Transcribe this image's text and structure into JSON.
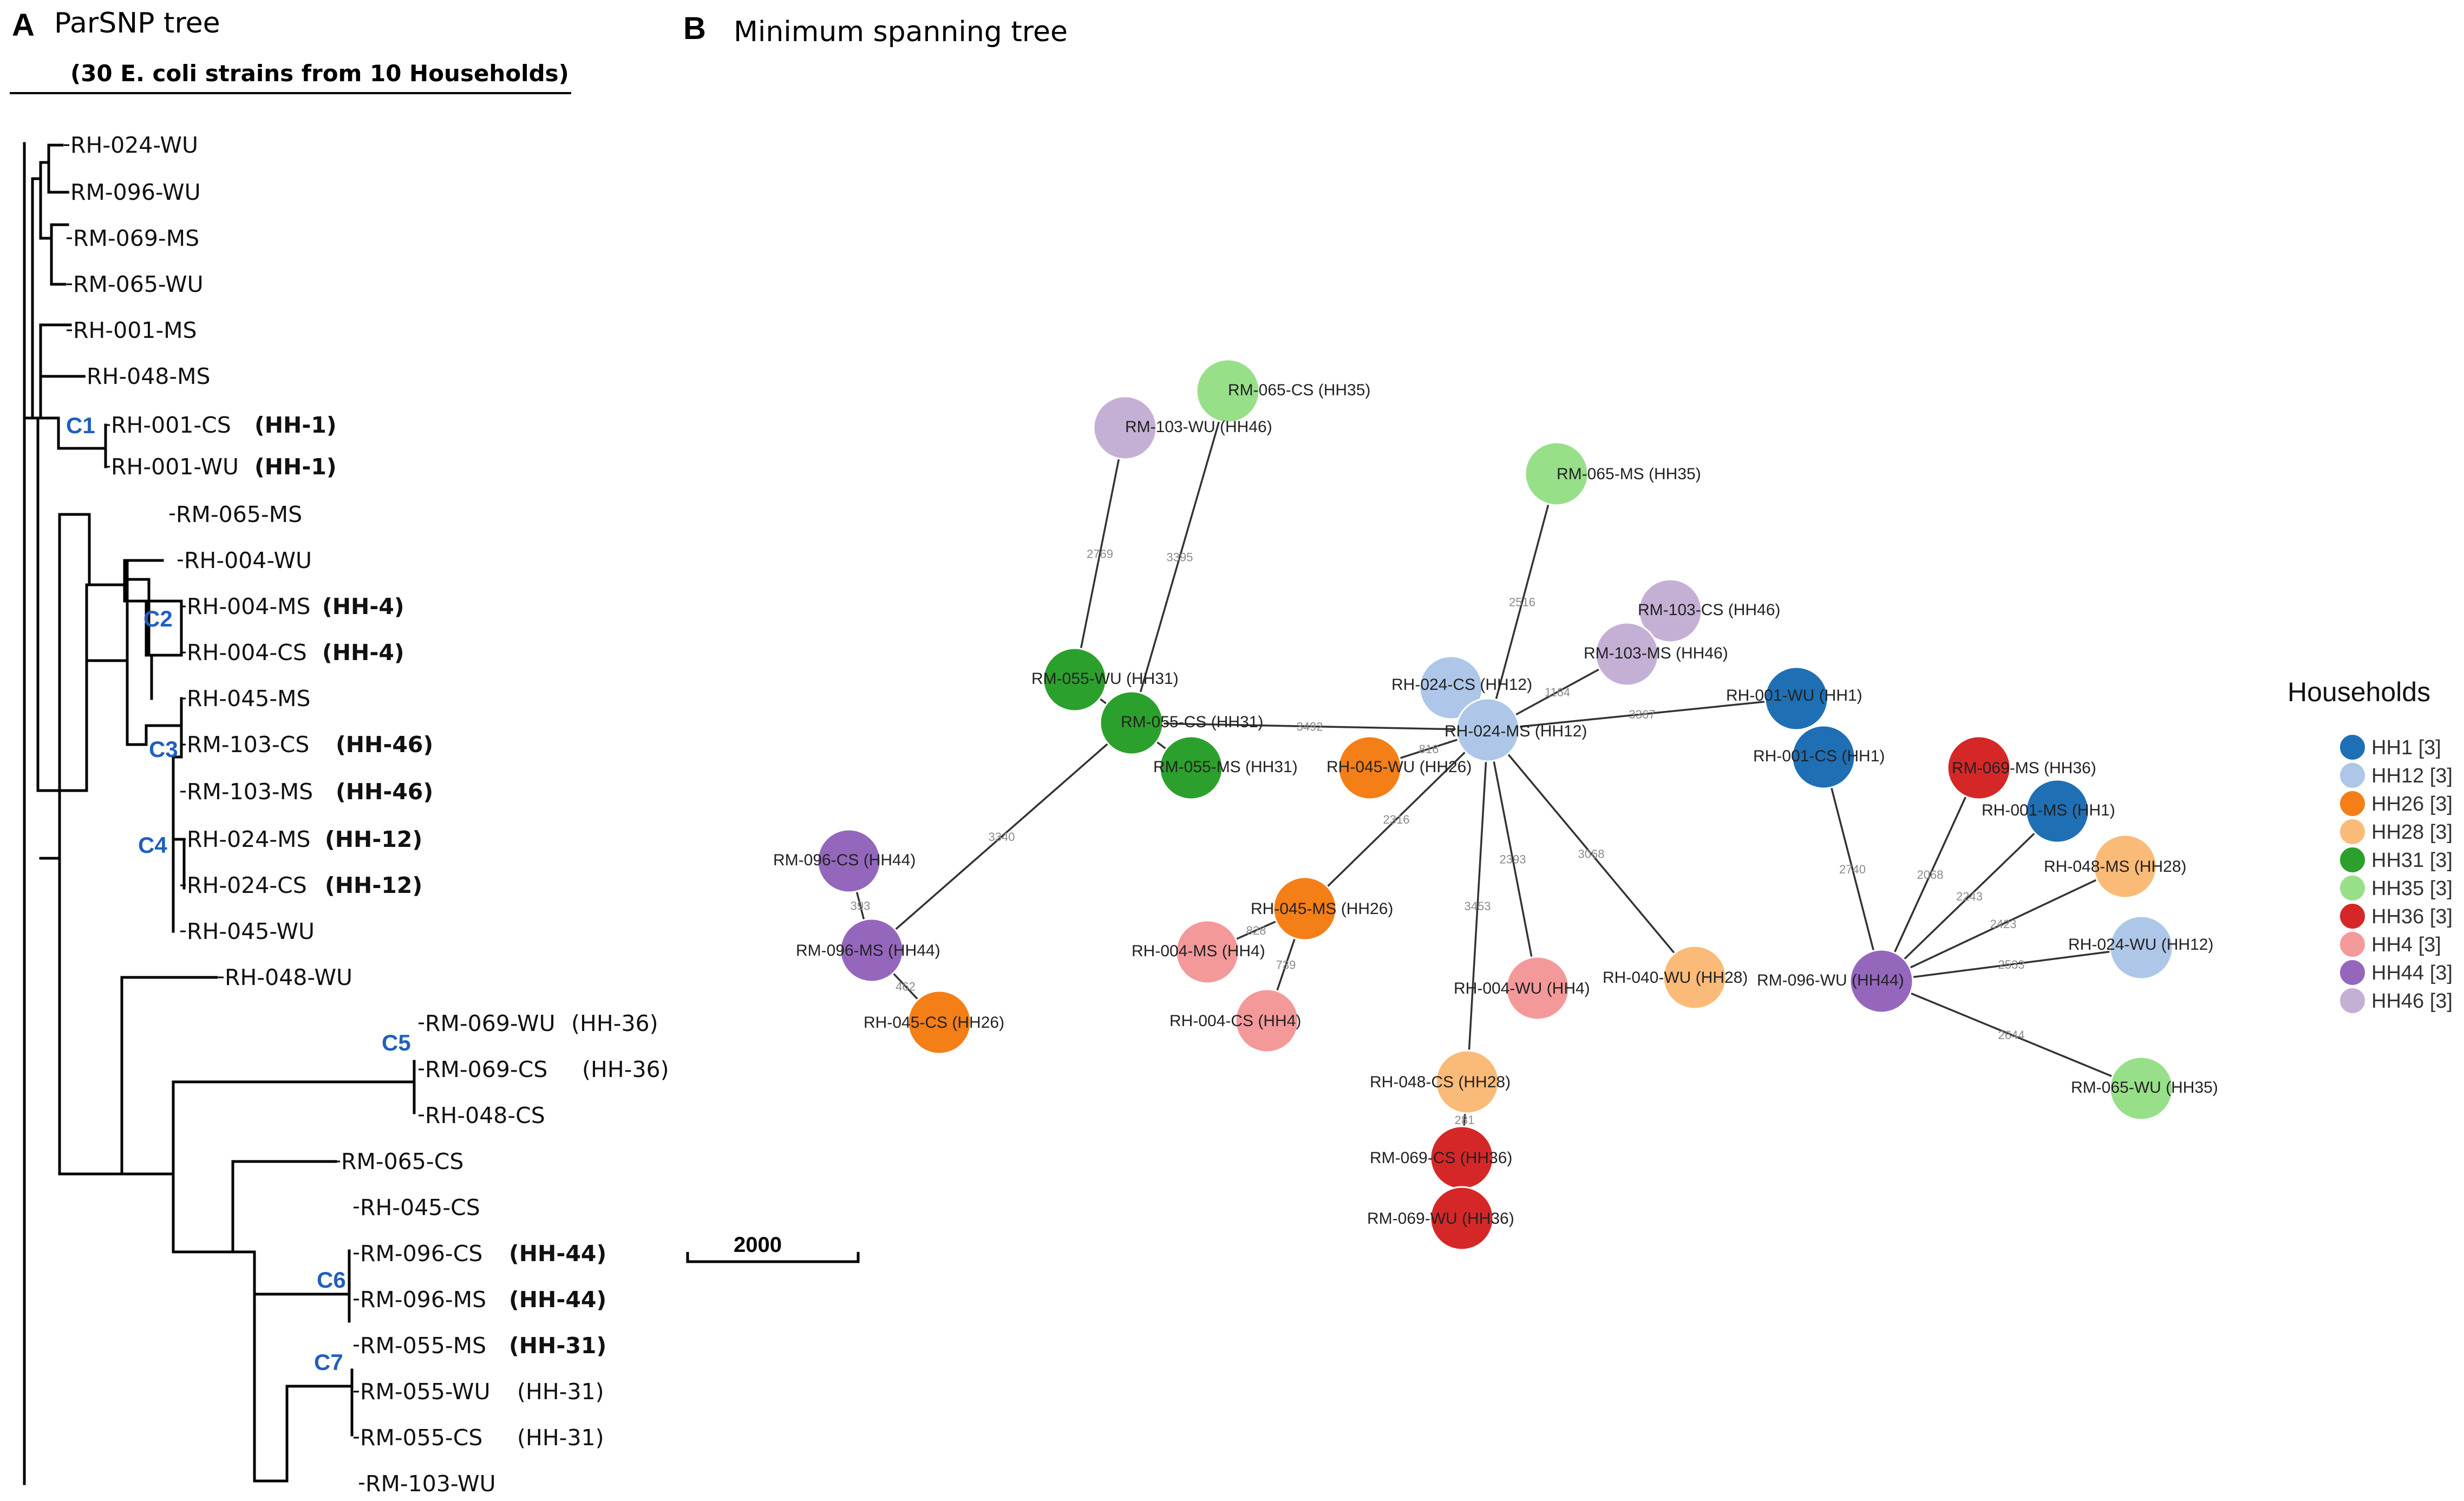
{
  "panel_a": {
    "letter": "A",
    "title": "ParSNP tree",
    "subtitle": "(30 E. coli strains from 10 Households)",
    "leaves": [
      {
        "label": "RH-024-WU",
        "hh": "",
        "bold": false
      },
      {
        "label": "RM-096-WU",
        "hh": "",
        "bold": false
      },
      {
        "label": "RM-069-MS",
        "hh": "",
        "bold": false
      },
      {
        "label": "RM-065-WU",
        "hh": "",
        "bold": false
      },
      {
        "label": "RH-001-MS",
        "hh": "",
        "bold": false
      },
      {
        "label": "RH-048-MS",
        "hh": "",
        "bold": false
      },
      {
        "label": "RH-001-CS",
        "hh": "(HH-1)",
        "bold": true
      },
      {
        "label": "RH-001-WU",
        "hh": "(HH-1)",
        "bold": true
      },
      {
        "label": "RM-065-MS",
        "hh": "",
        "bold": false
      },
      {
        "label": "RH-004-WU",
        "hh": "",
        "bold": false
      },
      {
        "label": "RH-004-MS",
        "hh": "(HH-4)",
        "bold": true
      },
      {
        "label": "RH-004-CS",
        "hh": "(HH-4)",
        "bold": true
      },
      {
        "label": "RH-045-MS",
        "hh": "",
        "bold": false
      },
      {
        "label": "RM-103-CS",
        "hh": "(HH-46)",
        "bold": true
      },
      {
        "label": "RM-103-MS",
        "hh": "(HH-46)",
        "bold": true
      },
      {
        "label": "RH-024-MS",
        "hh": "(HH-12)",
        "bold": true
      },
      {
        "label": "RH-024-CS",
        "hh": "(HH-12)",
        "bold": true
      },
      {
        "label": "RH-045-WU",
        "hh": "",
        "bold": false
      },
      {
        "label": "RH-048-WU",
        "hh": "",
        "bold": false
      },
      {
        "label": "RM-069-WU",
        "hh": "(HH-36)",
        "bold": false
      },
      {
        "label": "RM-069-CS",
        "hh": "(HH-36)",
        "bold": false
      },
      {
        "label": "RH-048-CS",
        "hh": "",
        "bold": false
      },
      {
        "label": "RM-065-CS",
        "hh": "",
        "bold": false
      },
      {
        "label": "RH-045-CS",
        "hh": "",
        "bold": false
      },
      {
        "label": "RM-096-CS",
        "hh": "(HH-44)",
        "bold": true
      },
      {
        "label": "RM-096-MS",
        "hh": "(HH-44)",
        "bold": true
      },
      {
        "label": "RM-055-MS",
        "hh": "(HH-31)",
        "bold": true
      },
      {
        "label": "RM-055-WU",
        "hh": "(HH-31)",
        "bold": false
      },
      {
        "label": "RM-055-CS",
        "hh": "(HH-31)",
        "bold": false
      },
      {
        "label": "RM-103-WU",
        "hh": "",
        "bold": false
      }
    ],
    "clades": [
      "C1",
      "C2",
      "C3",
      "C4",
      "C5",
      "C6",
      "C7"
    ],
    "scale_label": "2000"
  },
  "panel_b": {
    "letter": "B",
    "title": "Minimum spanning tree",
    "legend_title": "Households",
    "legend": [
      {
        "label": "HH1 [3]",
        "color": "#1f6fb4"
      },
      {
        "label": "HH12 [3]",
        "color": "#aec7e8"
      },
      {
        "label": "HH26 [3]",
        "color": "#f47f17"
      },
      {
        "label": "HH28 [3]",
        "color": "#fbbb78"
      },
      {
        "label": "HH31 [3]",
        "color": "#2ca02c"
      },
      {
        "label": "HH35 [3]",
        "color": "#98df8a"
      },
      {
        "label": "HH36 [3]",
        "color": "#d62728"
      },
      {
        "label": "HH4 [3]",
        "color": "#f4999a"
      },
      {
        "label": "HH44 [3]",
        "color": "#9467bd"
      },
      {
        "label": "HH46 [3]",
        "color": "#c5b0d5"
      }
    ],
    "nodes": [
      {
        "id": "n1",
        "label": "RM-065-CS (HH35)",
        "hh": "HH35"
      },
      {
        "id": "n2",
        "label": "RM-103-WU (HH46)",
        "hh": "HH46"
      },
      {
        "id": "n3",
        "label": "RM-065-MS (HH35)",
        "hh": "HH35"
      },
      {
        "id": "n4",
        "label": "RM-055-WU (HH31)",
        "hh": "HH31"
      },
      {
        "id": "n5",
        "label": "RM-055-CS (HH31)",
        "hh": "HH31"
      },
      {
        "id": "n6",
        "label": "RM-055-MS (HH31)",
        "hh": "HH31"
      },
      {
        "id": "n7",
        "label": "RH-024-CS (HH12)",
        "hh": "HH12"
      },
      {
        "id": "n8",
        "label": "RH-024-MS (HH12)",
        "hh": "HH12"
      },
      {
        "id": "n9",
        "label": "RM-103-CS (HH46)",
        "hh": "HH46"
      },
      {
        "id": "n10",
        "label": "RM-103-MS (HH46)",
        "hh": "HH46"
      },
      {
        "id": "n11",
        "label": "RH-045-WU (HH26)",
        "hh": "HH26"
      },
      {
        "id": "n12",
        "label": "RH-001-WU (HH1)",
        "hh": "HH1"
      },
      {
        "id": "n13",
        "label": "RH-001-CS (HH1)",
        "hh": "HH1"
      },
      {
        "id": "n14",
        "label": "RM-069-MS (HH36)",
        "hh": "HH36"
      },
      {
        "id": "n15",
        "label": "RH-001-MS (HH1)",
        "hh": "HH1"
      },
      {
        "id": "n16",
        "label": "RH-048-MS (HH28)",
        "hh": "HH28"
      },
      {
        "id": "n17",
        "label": "RH-024-WU (HH12)",
        "hh": "HH12"
      },
      {
        "id": "n18",
        "label": "RM-096-WU (HH44)",
        "hh": "HH44"
      },
      {
        "id": "n19",
        "label": "RM-065-WU (HH35)",
        "hh": "HH35"
      },
      {
        "id": "n20",
        "label": "RM-096-CS (HH44)",
        "hh": "HH44"
      },
      {
        "id": "n21",
        "label": "RM-096-MS (HH44)",
        "hh": "HH44"
      },
      {
        "id": "n22",
        "label": "RH-045-CS (HH26)",
        "hh": "HH26"
      },
      {
        "id": "n23",
        "label": "RH-045-MS (HH26)",
        "hh": "HH26"
      },
      {
        "id": "n24",
        "label": "RH-004-MS (HH4)",
        "hh": "HH4"
      },
      {
        "id": "n25",
        "label": "RH-004-CS (HH4)",
        "hh": "HH4"
      },
      {
        "id": "n26",
        "label": "RH-004-WU (HH4)",
        "hh": "HH4"
      },
      {
        "id": "n27",
        "label": "RH-040-WU (HH28)",
        "hh": "HH28"
      },
      {
        "id": "n28",
        "label": "RH-048-CS (HH28)",
        "hh": "HH28"
      },
      {
        "id": "n29",
        "label": "RM-069-CS (HH36)",
        "hh": "HH36"
      },
      {
        "id": "n30",
        "label": "RM-069-WU (HH36)",
        "hh": "HH36"
      }
    ],
    "edges": [
      {
        "from": "n2",
        "to": "n4",
        "label": "2769"
      },
      {
        "from": "n1",
        "to": "n5",
        "label": "3395"
      },
      {
        "from": "n4",
        "to": "n5",
        "label": ""
      },
      {
        "from": "n5",
        "to": "n6",
        "label": ""
      },
      {
        "from": "n5",
        "to": "n8",
        "label": "3492"
      },
      {
        "from": "n5",
        "to": "n21",
        "label": "3340"
      },
      {
        "from": "n20",
        "to": "n21",
        "label": "393"
      },
      {
        "from": "n21",
        "to": "n22",
        "label": "462"
      },
      {
        "from": "n3",
        "to": "n8",
        "label": "2516"
      },
      {
        "from": "n7",
        "to": "n8",
        "label": ""
      },
      {
        "from": "n10",
        "to": "n8",
        "label": "1164"
      },
      {
        "from": "n9",
        "to": "n10",
        "label": ""
      },
      {
        "from": "n11",
        "to": "n8",
        "label": "816"
      },
      {
        "from": "n8",
        "to": "n12",
        "label": "3367"
      },
      {
        "from": "n12",
        "to": "n13",
        "label": ""
      },
      {
        "from": "n8",
        "to": "n23",
        "label": "2316"
      },
      {
        "from": "n23",
        "to": "n24",
        "label": "828"
      },
      {
        "from": "n23",
        "to": "n25",
        "label": "739"
      },
      {
        "from": "n8",
        "to": "n26",
        "label": "2393"
      },
      {
        "from": "n8",
        "to": "n27",
        "label": "3068"
      },
      {
        "from": "n8",
        "to": "n28",
        "label": "3453"
      },
      {
        "from": "n28",
        "to": "n29",
        "label": "281"
      },
      {
        "from": "n29",
        "to": "n30",
        "label": ""
      },
      {
        "from": "n13",
        "to": "n18",
        "label": "2740"
      },
      {
        "from": "n14",
        "to": "n18",
        "label": "2068"
      },
      {
        "from": "n15",
        "to": "n18",
        "label": "2243"
      },
      {
        "from": "n16",
        "to": "n18",
        "label": "2423"
      },
      {
        "from": "n17",
        "to": "n18",
        "label": "2533"
      },
      {
        "from": "n19",
        "to": "n18",
        "label": "2644"
      }
    ]
  }
}
